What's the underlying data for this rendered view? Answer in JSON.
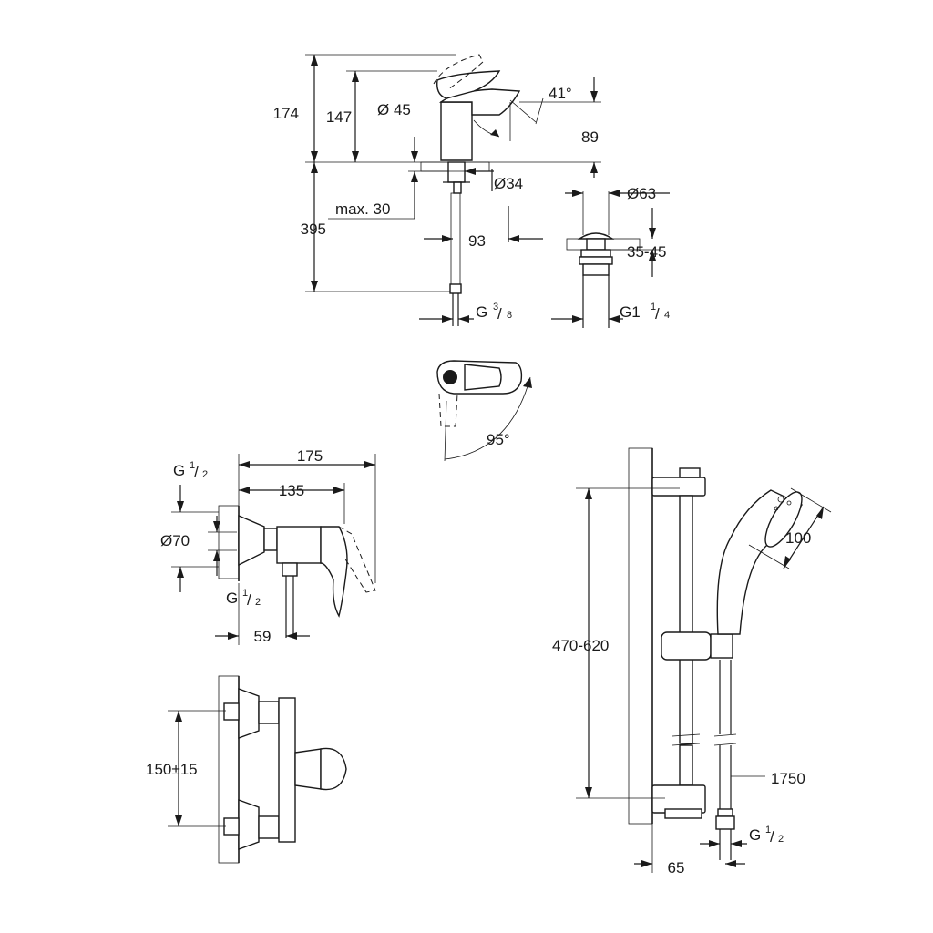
{
  "basin_mixer": {
    "dims": {
      "h174": "174",
      "h147": "147",
      "d45": "Ø 45",
      "angle41": "41°",
      "h89": "89",
      "d34": "Ø34",
      "max30": "max. 30",
      "h395": "395",
      "w93": "93",
      "conn_g": "G",
      "conn_g_num": "3",
      "conn_g_den": "8"
    }
  },
  "waste": {
    "dims": {
      "d63": "Ø63",
      "r3545": "35-45",
      "conn_g": "G1",
      "conn_g_num": "1",
      "conn_g_den": "4"
    }
  },
  "top_view": {
    "dims": {
      "angle95": "95°"
    }
  },
  "shower_mixer": {
    "dims": {
      "w175": "175",
      "w135": "135",
      "conn_top_g": "G",
      "conn_top_num": "1",
      "conn_top_den": "2",
      "d70": "Ø70",
      "conn_bot_g": "G",
      "conn_bot_num": "1",
      "conn_bot_den": "2",
      "w59": "59"
    }
  },
  "shower_front": {
    "dims": {
      "centers": "150±15"
    }
  },
  "shower_rail": {
    "dims": {
      "rail_range": "470-620",
      "head_d": "100",
      "hose_len": "1750",
      "conn_g": "G",
      "conn_g_num": "1",
      "conn_g_den": "2",
      "w65": "65"
    }
  }
}
